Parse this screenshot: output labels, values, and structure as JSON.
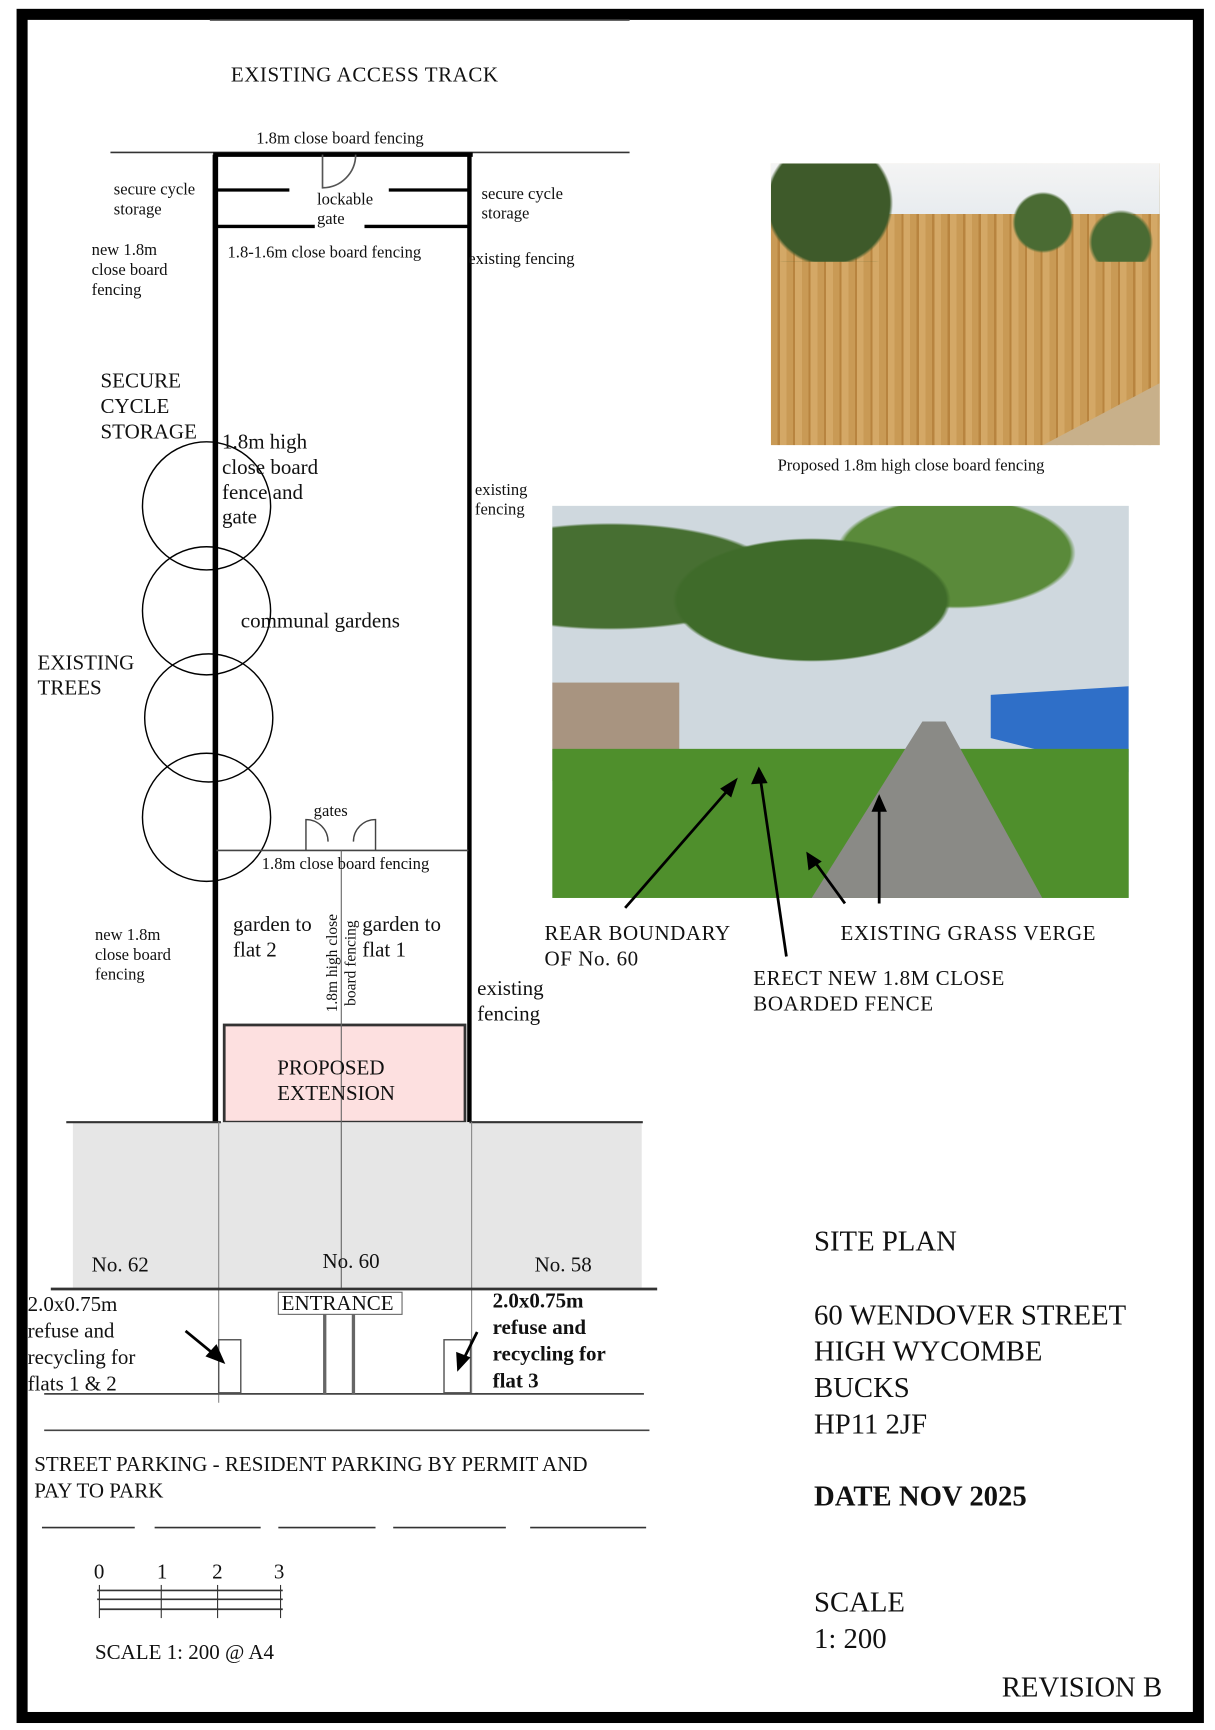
{
  "title": {
    "heading": "SITE PLAN",
    "address": [
      "60 WENDOVER STREET",
      "HIGH WYCOMBE",
      "BUCKS",
      "HP11 2JF"
    ],
    "date": "DATE NOV 2025",
    "scale_label": "SCALE",
    "scale_value": "1: 200",
    "revision": "REVISION B"
  },
  "plan": {
    "access_track": "EXISTING ACCESS TRACK",
    "top_fence": "1.8m close board fencing",
    "cycle_left": "secure cycle\nstorage",
    "cycle_right": "secure cycle\nstorage",
    "lockable_gate": "lockable\ngate",
    "inner_fence": "1.8-1.6m close board fencing",
    "new_fence_top": "new 1.8m\nclose board\nfencing",
    "existing_fencing_top": "existing fencing",
    "secure_cycle_storage": "SECURE\nCYCLE\nSTORAGE",
    "high_fence_gate": "1.8m high\nclose board\nfence and\ngate",
    "existing_fencing_mid": "existing\nfencing",
    "communal_gardens": "communal gardens",
    "existing_trees": "EXISTING\nTREES",
    "gates": "gates",
    "mid_fence": "1.8m close board fencing",
    "new_fence_bottom": "new 1.8m\nclose board\nfencing",
    "garden_flat2": "garden to\nflat 2",
    "garden_flat1": "garden to\nflat 1",
    "divider_fence": "1.8m high close\nboard fencing",
    "existing_fencing_bottom": "existing\nfencing",
    "proposed_extension": "PROPOSED\nEXTENSION",
    "houses": [
      "No. 62",
      "No. 60",
      "No. 58"
    ],
    "entrance": "ENTRANCE",
    "refuse_left": "2.0x0.75m\nrefuse and\nrecycling for\nflats 1 & 2",
    "refuse_right": "2.0x0.75m\nrefuse and\nrecycling for\nflat 3",
    "street_parking": "STREET PARKING - RESIDENT PARKING BY PERMIT AND\nPAY TO PARK",
    "scale_bar_ticks": [
      "0",
      "1",
      "2",
      "3"
    ],
    "scale_bar_caption": "SCALE 1: 200 @ A4",
    "extension_color": "#fde0e0",
    "houses_color": "#e6e6e6"
  },
  "photos": {
    "fence_caption": "Proposed 1.8m high close board fencing",
    "rear_boundary": "REAR BOUNDARY\nOF No. 60",
    "grass_verge": "EXISTING GRASS VERGE",
    "erect_fence": "ERECT NEW 1.8M CLOSE\nBOARDED FENCE"
  }
}
